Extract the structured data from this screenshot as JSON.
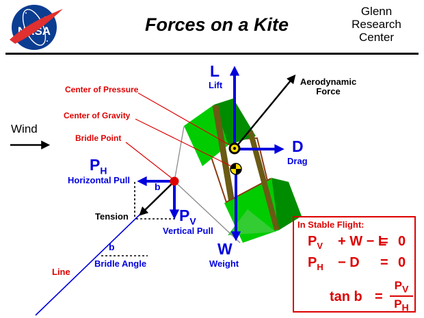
{
  "header": {
    "title": "Forces on a Kite",
    "org_lines": [
      "Glenn",
      "Research",
      "Center"
    ],
    "logo_text": "NASA"
  },
  "labels": {
    "wind": "Wind",
    "center_of_pressure": "Center of Pressure",
    "center_of_gravity": "Center of  Gravity",
    "bridle_point": "Bridle  Point",
    "lift_letter": "L",
    "lift": "Lift",
    "drag_letter": "D",
    "drag": "Drag",
    "weight_letter": "W",
    "weight": "Weight",
    "aero_line1": "Aerodynamic",
    "aero_line2": "Force",
    "ph_letter": "P",
    "ph_sub": "H",
    "ph_caption": "Horizontal Pull",
    "pv_letter": "P",
    "pv_sub": "V",
    "pv_caption": "Vertical Pull",
    "tension": "Tension",
    "bridle_angle_symbol_upper": "b",
    "bridle_angle_symbol_lower": "b",
    "bridle_angle": "Bridle Angle",
    "line": "Line"
  },
  "equation_box": {
    "title": "In Stable Flight:",
    "eq1": {
      "p": "P",
      "psub": "V",
      "mid": "+ W − L",
      "eq": "=",
      "rhs": "0"
    },
    "eq2": {
      "p": "P",
      "psub": "H",
      "mid": "− D",
      "eq": "=",
      "rhs": "0"
    },
    "eq3": {
      "lhs": "tan  b",
      "eq": "=",
      "num": "P",
      "numsub": "V",
      "den": "P",
      "densub": "H"
    }
  },
  "colors": {
    "blue": "#0000dd",
    "red": "#dd0000",
    "green-bright": "#00cc00",
    "green-dark": "#008c00",
    "green-mid": "#33cc33",
    "stick": "#6b5a14",
    "frame": "#8b3a10",
    "gray-line": "#8a8a8a",
    "nasa-blue": "#0b3d91"
  }
}
